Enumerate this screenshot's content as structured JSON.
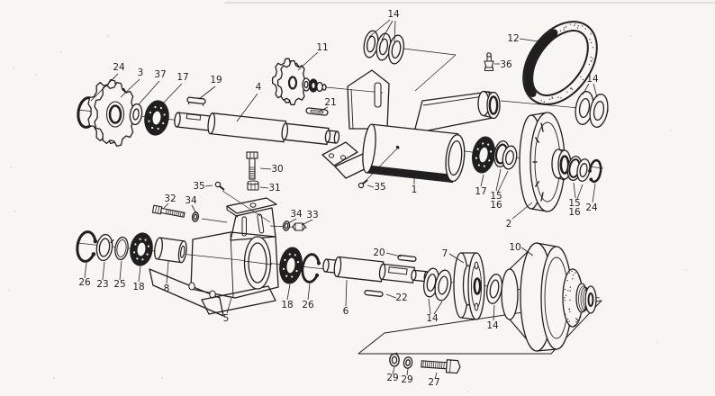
{
  "diagram": {
    "kind": "exploded-parts-diagram",
    "content": "Exploded view of a shaft, sprocket, bearing, bracket and pulley assembly with numbered part callouts"
  },
  "palette": {
    "ink": "#1f1f1f",
    "paper": "#f7f6f2",
    "faint": "#c8c5bd"
  },
  "part_labels": [
    "24",
    "3",
    "37",
    "17",
    "19",
    "4",
    "11",
    "14",
    "21",
    "12",
    "36",
    "14",
    "35",
    "1",
    "17",
    "15",
    "16",
    "2",
    "15",
    "16",
    "24",
    "30",
    "31",
    "35",
    "32",
    "34",
    "34",
    "33",
    "26",
    "23",
    "25",
    "18",
    "8",
    "5",
    "18",
    "26",
    "6",
    "20",
    "22",
    "14",
    "7",
    "14",
    "10",
    "29",
    "29",
    "27"
  ]
}
